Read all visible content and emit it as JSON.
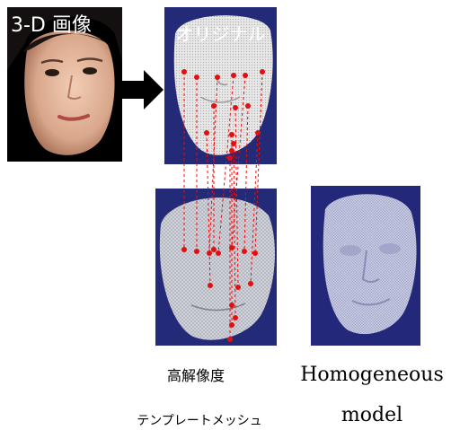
{
  "photo": {
    "label": "3-D 画像"
  },
  "original": {
    "title": "オリジナル"
  },
  "captions": {
    "high_res": "高解像度",
    "template_mesh": "テンプレートメッシュ",
    "homogeneous": "Homogeneous",
    "model": "model"
  },
  "colors": {
    "mesh_background": "#232a78",
    "landmark": "#e01010",
    "mesh_face": "#c9cbd6",
    "homog_face": "#c8cbe4"
  }
}
